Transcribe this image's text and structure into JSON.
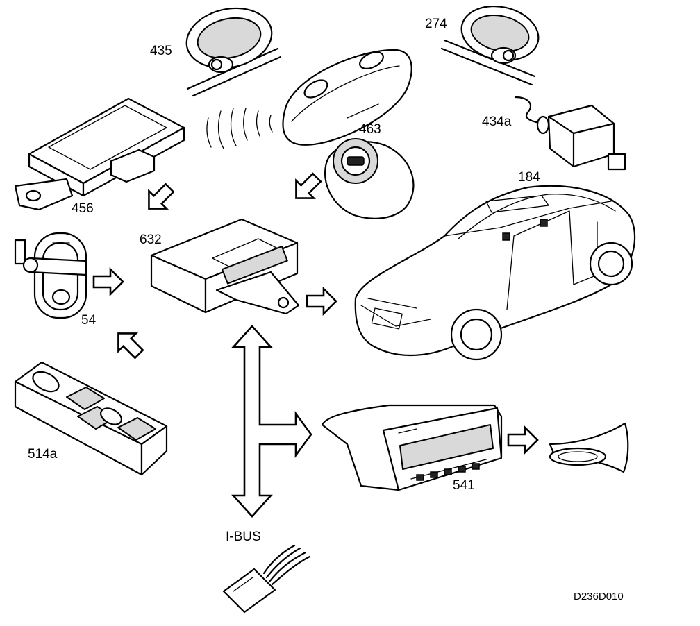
{
  "labels": {
    "c435": "435",
    "c274": "274",
    "c434a": "434a",
    "c463": "463",
    "c456": "456",
    "c184": "184",
    "c632": "632",
    "c54": "54",
    "c514a": "514a",
    "c541": "541",
    "ibus": "I-BUS"
  },
  "figure_code": "D236D010"
}
